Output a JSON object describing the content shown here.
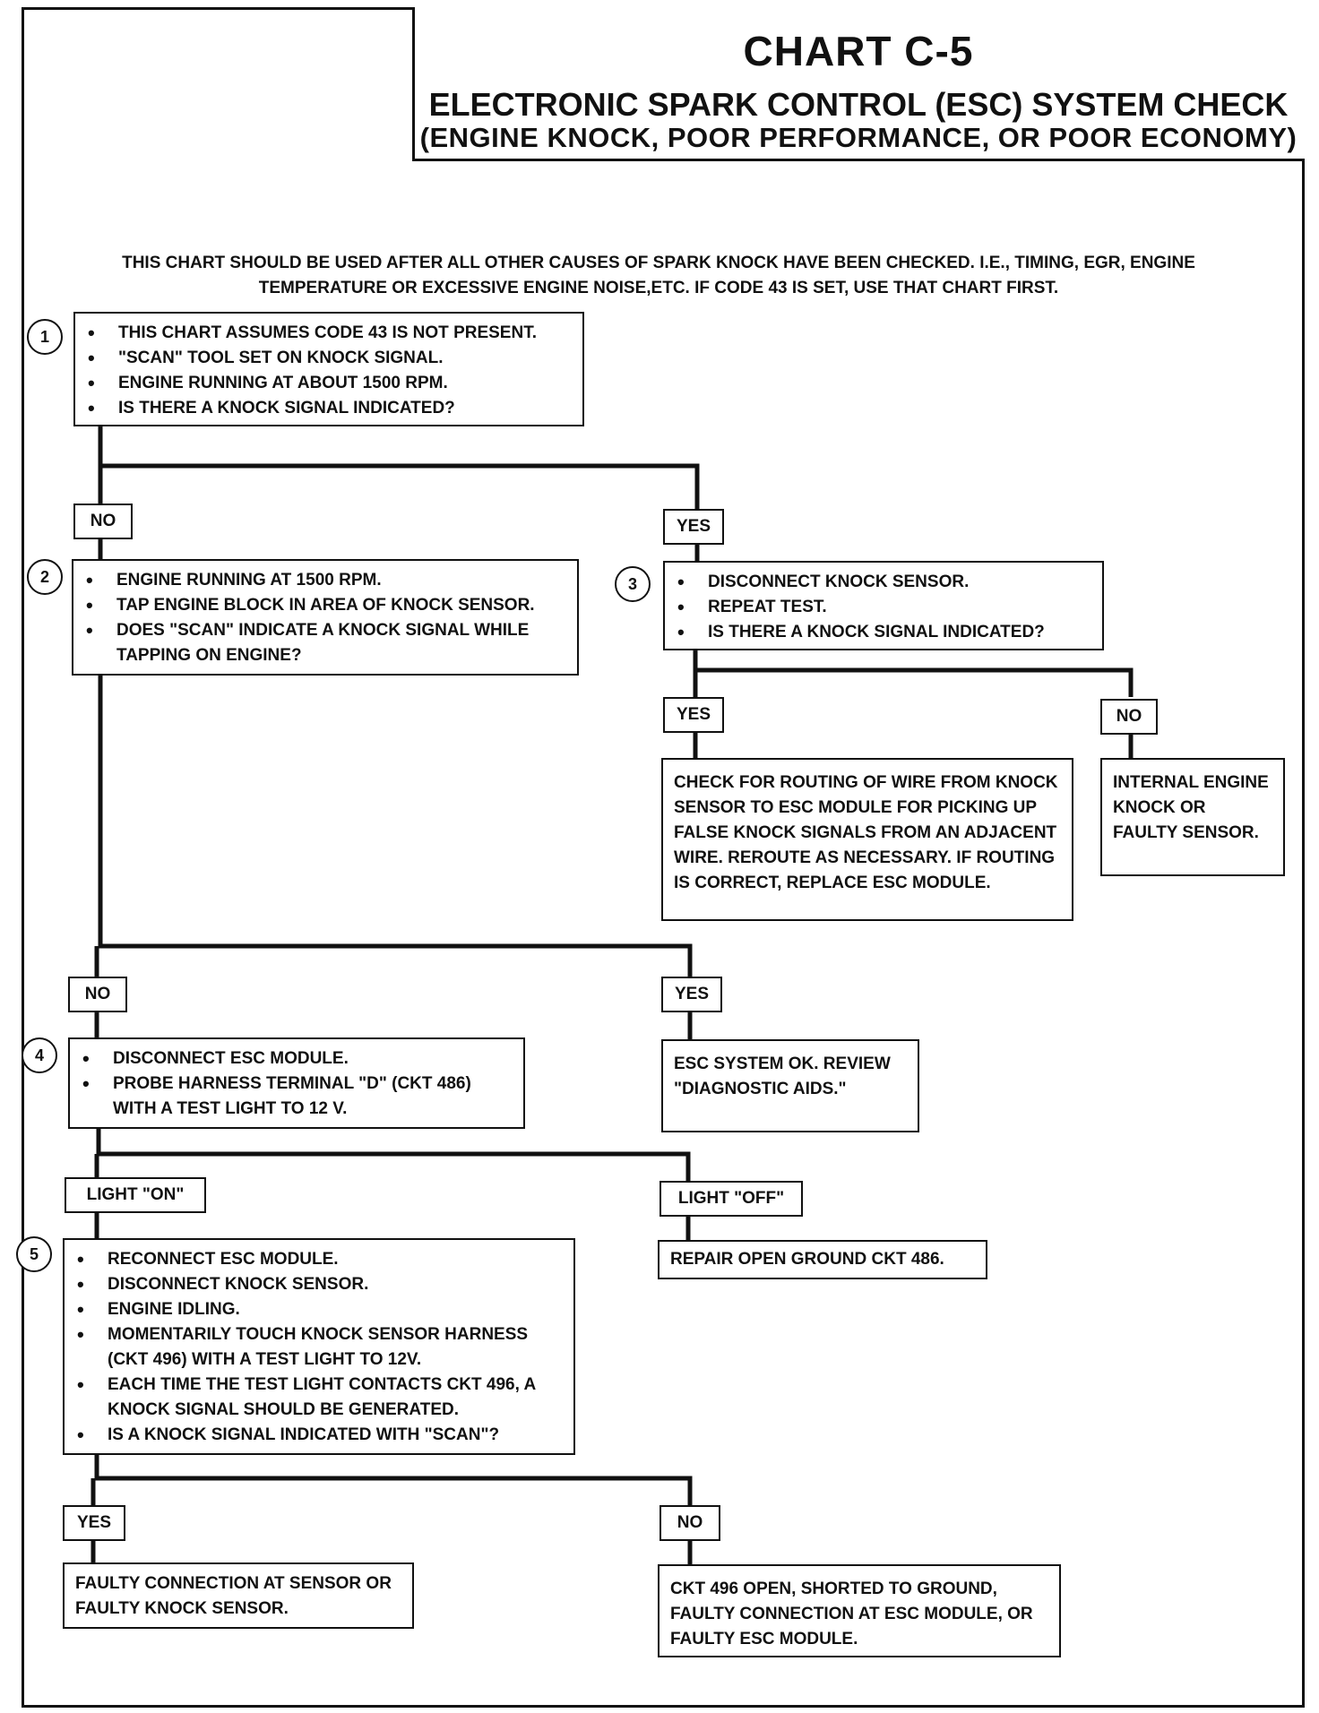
{
  "title": "CHART C-5",
  "subtitle": "ELECTRONIC SPARK CONTROL (ESC) SYSTEM CHECK",
  "subtitle2": "(ENGINE KNOCK, POOR PERFORMANCE, OR POOR ECONOMY)",
  "intro_line1": "THIS CHART SHOULD BE USED AFTER ALL OTHER CAUSES OF SPARK KNOCK HAVE BEEN CHECKED.  I.E., TIMING, EGR, ENGINE",
  "intro_line2": "TEMPERATURE OR EXCESSIVE ENGINE NOISE,ETC.  IF CODE 43 IS SET, USE THAT CHART FIRST.",
  "step1": {
    "num": "1",
    "items": [
      "THIS CHART ASSUMES CODE 43 IS NOT PRESENT.",
      "\"SCAN\" TOOL SET ON KNOCK SIGNAL.",
      "ENGINE RUNNING AT ABOUT 1500 RPM.",
      "IS THERE A KNOCK SIGNAL INDICATED?"
    ]
  },
  "step2": {
    "num": "2",
    "items": [
      "ENGINE RUNNING AT 1500 RPM.",
      "TAP ENGINE BLOCK IN AREA OF KNOCK SENSOR.",
      "DOES \"SCAN\" INDICATE A KNOCK SIGNAL WHILE TAPPING ON ENGINE?"
    ]
  },
  "step3": {
    "num": "3",
    "items": [
      "DISCONNECT KNOCK SENSOR.",
      "REPEAT TEST.",
      "IS THERE A KNOCK SIGNAL INDICATED?"
    ]
  },
  "step4": {
    "num": "4",
    "items": [
      "DISCONNECT ESC MODULE.",
      "PROBE HARNESS TERMINAL \"D\" (CKT 486) WITH A TEST LIGHT TO 12 V."
    ]
  },
  "step5": {
    "num": "5",
    "items": [
      "RECONNECT ESC MODULE.",
      "DISCONNECT KNOCK SENSOR.",
      "ENGINE IDLING.",
      "MOMENTARILY TOUCH KNOCK SENSOR HARNESS (CKT 496) WITH A TEST LIGHT TO 12V.",
      "EACH TIME THE TEST LIGHT CONTACTS CKT 496, A KNOCK SIGNAL SHOULD BE GENERATED.",
      "IS A KNOCK SIGNAL INDICATED WITH \"SCAN\"?"
    ]
  },
  "labels": {
    "no1": "NO",
    "yes1": "YES",
    "yes3": "YES",
    "no3": "NO",
    "no2": "NO",
    "yes2": "YES",
    "light_on": "LIGHT \"ON\"",
    "light_off": "LIGHT \"OFF\"",
    "yes5": "YES",
    "no5": "NO"
  },
  "results": {
    "reroute": "CHECK FOR ROUTING OF WIRE FROM KNOCK SENSOR TO ESC MODULE FOR PICKING UP FALSE KNOCK SIGNALS FROM AN ADJACENT WIRE.  REROUTE AS NECESSARY.  IF ROUTING IS CORRECT, REPLACE ESC MODULE.",
    "internal": "INTERNAL ENGINE KNOCK OR FAULTY SENSOR.",
    "esc_ok": "ESC SYSTEM OK. REVIEW \"DIAGNOSTIC AIDS.\"",
    "repair_open": "REPAIR OPEN GROUND CKT 486.",
    "faulty_conn": "FAULTY CONNECTION AT SENSOR OR FAULTY KNOCK SENSOR.",
    "ckt496": "CKT 496 OPEN, SHORTED TO GROUND, FAULTY CONNECTION AT ESC MODULE, OR FAULTY ESC MODULE."
  }
}
